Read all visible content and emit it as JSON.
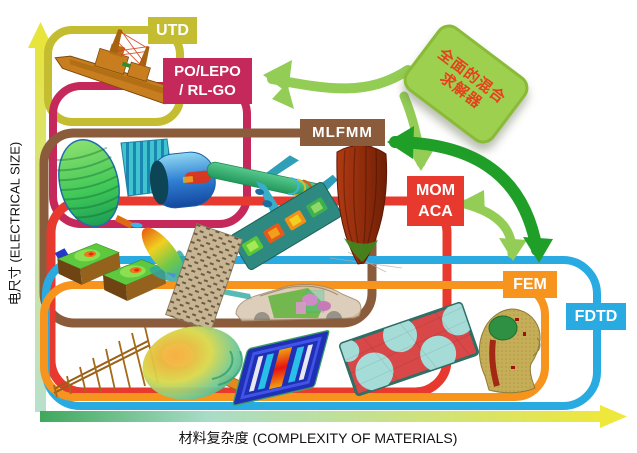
{
  "diagram": {
    "type": "electromagnetic-solver-applicability-diagram",
    "x_axis_label": "材料复杂度 (COMPLEXITY OF MATERIALS)",
    "y_axis_label": "电尺寸 (ELECTRICAL SIZE)"
  },
  "solvers": {
    "utd": {
      "label": "UTD",
      "color": "#c4bd31"
    },
    "po": {
      "line1": "PO/LEPO",
      "line2": "/ RL-GO",
      "color": "#c5295b"
    },
    "mlfmm": {
      "label": "MLFMM",
      "color": "#8a5c3c"
    },
    "mom": {
      "line1": "MOM",
      "line2": "ACA",
      "color": "#e8392e"
    },
    "fem": {
      "label": "FEM",
      "color": "#f7941d"
    },
    "fdtd": {
      "label": "FDTD",
      "color": "#29abe2"
    }
  },
  "hybrid_callout": {
    "line1": "全面的混合",
    "line2": "求解器",
    "fill_color": "#9dd04f",
    "text_color": "#e8401e"
  },
  "arrows": {
    "light_green_color": "#93cd55",
    "dark_green_color": "#1f9e28",
    "connections": [
      "hybrid-callout <-> PO/LEPO / RL-GO",
      "hybrid-callout <-> MOM ACA",
      "hybrid-callout <-> MLFMM",
      "MOM ACA <-> FEM",
      "MLFMM <-> FEM"
    ]
  },
  "models": [
    "naval-ship",
    "reflector-antenna",
    "corrugated-plate",
    "jet-engine-inlet",
    "airliner",
    "conformal-patch-array",
    "ship-sail-hull",
    "waveguide-structure",
    "antenna-radiation-pattern",
    "perforated-panel",
    "car-with-internal-electronics",
    "log-periodic-antenna",
    "horn-antenna-radiation",
    "microstrip-filter",
    "dielectric-mesh-plate",
    "human-head-phantom"
  ]
}
